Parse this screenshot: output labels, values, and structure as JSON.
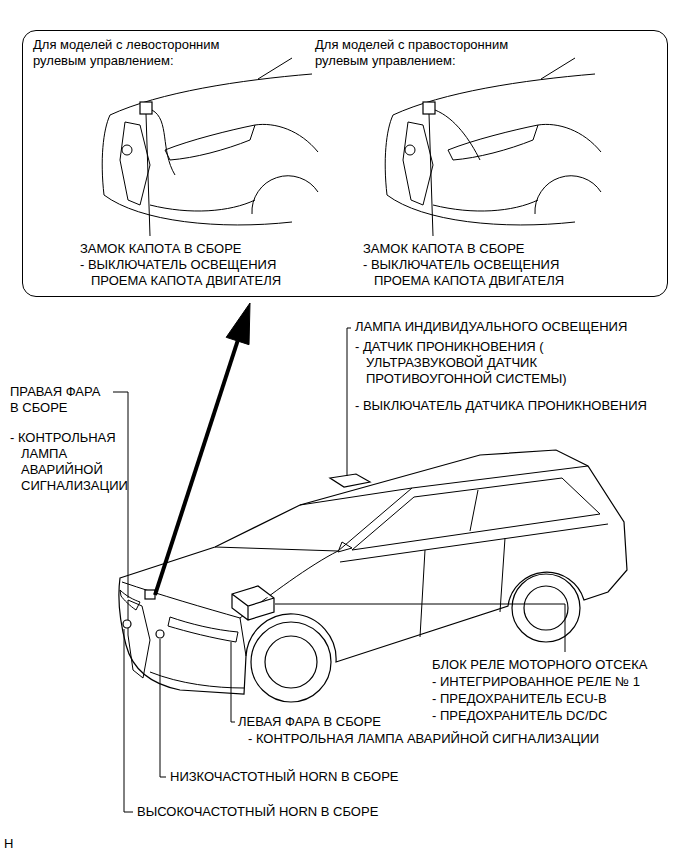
{
  "diagram": {
    "nodes": [
      {
        "text": [
          "Для моделей с левосторонним рулевым управлением:",
          "Для моделей с правосторонним рулевым управлением:",
          "ЗАМОК КАПОТА В СБОРЕ",
          "- ВЫКЛЮЧАТЕЛЬ ОСВЕЩЕНИЯ ПРОЕМА КАПОТА ДВИГАТЕЛЯ",
          "ЗАМОК КАПОТА В СБОРЕ",
          "- ВЫКЛЮЧАТЕЛЬ ОСВЕЩЕНИЯ ПРОЕМА КАПОТА ДВИГАТЕЛЯ"
        ]
      }
    ],
    "labels": [
      "ЛАМПА ИНДИВИДУАЛЬНОГО ОСВЕЩЕНИЯ",
      "- ДАТЧИК ПРОНИКНОВЕНИЯ ( УЛЬТРАЗВУКОВОЙ ДАТЧИК ПРОТИВОУГОННОЙ СИСТЕМЫ)",
      "- ВЫКЛЮЧАТЕЛЬ ДАТЧИКА ПРОНИКНОВЕНИЯ",
      "ПРАВАЯ ФАРА В СБОРЕ",
      "- КОНТРОЛЬНАЯ ЛАМПА АВАРИЙНОЙ СИГНАЛИЗАЦИИ",
      "БЛОК РЕЛЕ МОТОРНОГО ОТСЕКА",
      "- ИНТЕГРИРОВАННОЕ РЕЛЕ № 1",
      "- ПРЕДОХРАНИТЕЛЬ ECU-B",
      "- ПРЕДОХРАНИТЕЛЬ DC/DC",
      "ЛЕВАЯ ФАРА В СБОРЕ",
      "- КОНТРОЛЬНАЯ ЛАМПА АВАРИЙНОЙ СИГНАЛИЗАЦИИ",
      "НИЗКОЧАСТОТНЫЙ HORN В СБОРЕ",
      "ВЫСОКОЧАСТОТНЫЙ HORN В СБОРЕ",
      "H"
    ]
  }
}
